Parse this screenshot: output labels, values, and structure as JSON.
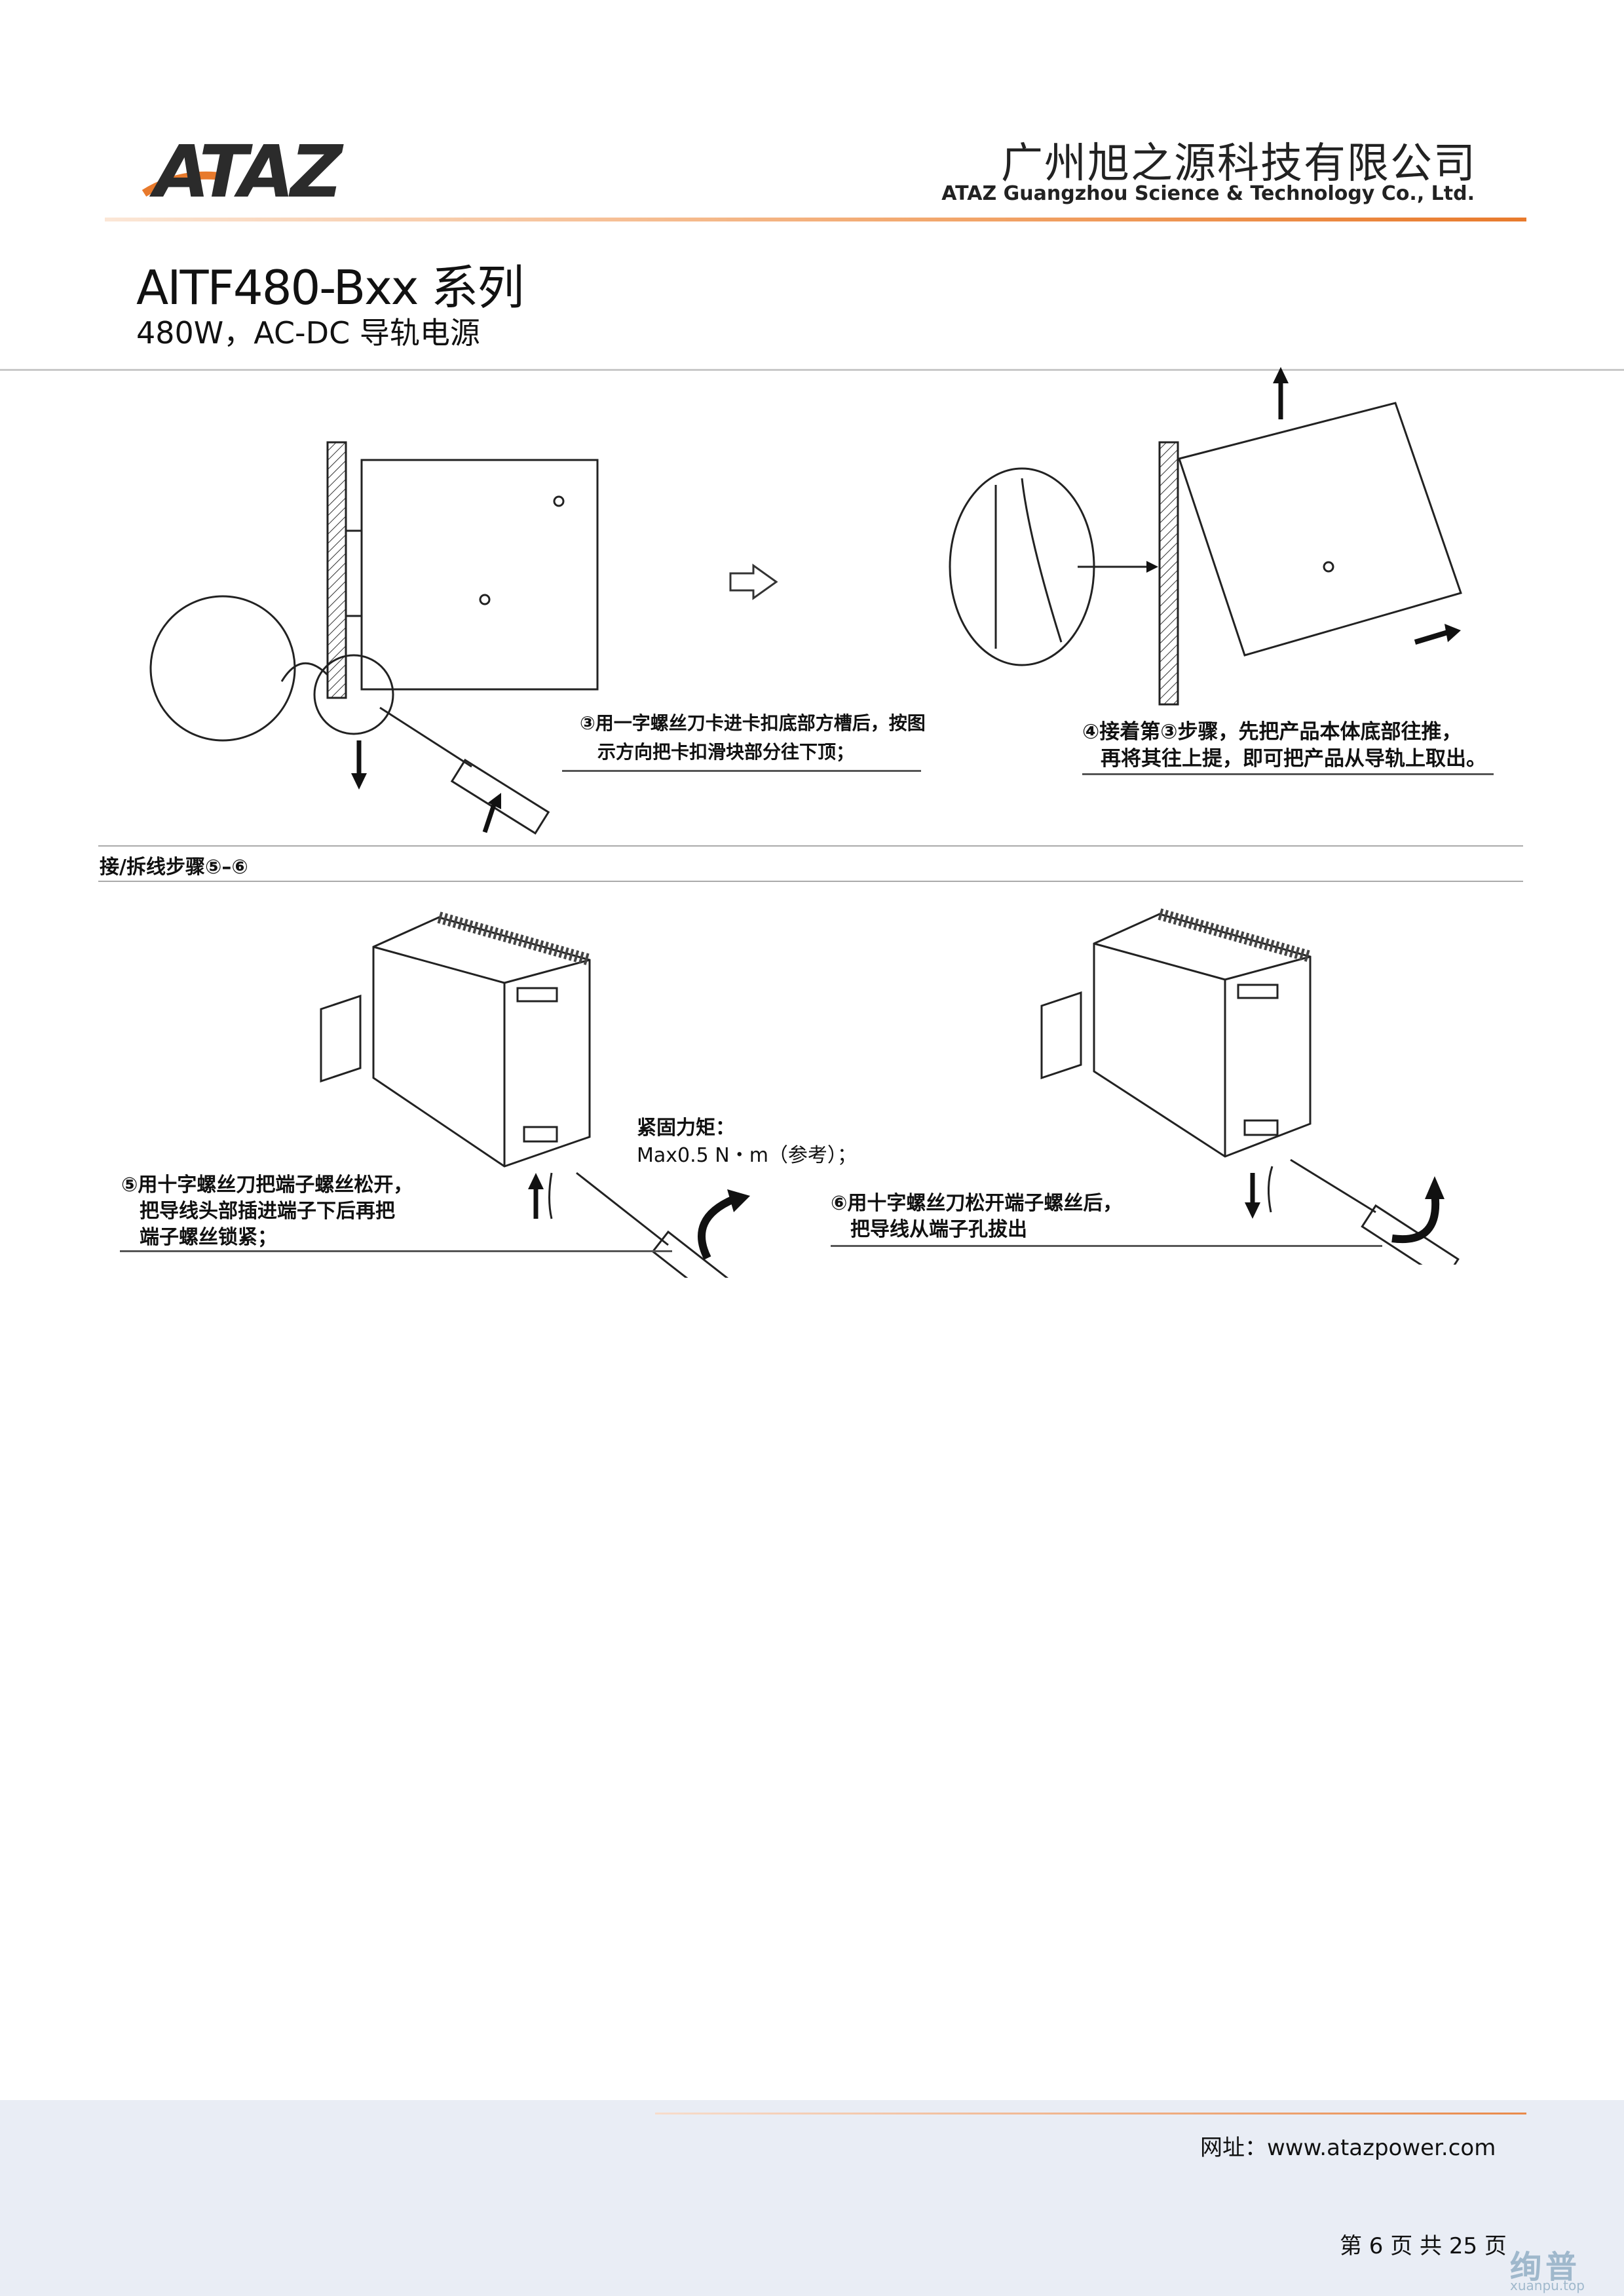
{
  "header": {
    "logo_text": "ATAZ",
    "company_cn": "广州旭之源科技有限公司",
    "company_en": "ATAZ Guangzhou Science & Technology Co., Ltd.",
    "accent_color": "#e87a2c"
  },
  "product": {
    "title": "AITF480-Bxx 系列",
    "subtitle": "480W，AC-DC 导轨电源"
  },
  "steps": {
    "step3": [
      "③用一字螺丝刀卡进卡扣底部方槽后，按图",
      "示方向把卡扣滑块部分往下顶；"
    ],
    "step4": [
      "④接着第③步骤，先把产品本体底部往推，",
      "再将其往上提，即可把产品从导轨上取出。"
    ],
    "section_label": "接/拆线步骤⑤–⑥",
    "step5": [
      "⑤用十字螺丝刀把端子螺丝松开，",
      "把导线头部插进端子下后再把",
      "端子螺丝锁紧；"
    ],
    "torque": [
      "紧固力矩：",
      "Max0.5 N・m（参考）；"
    ],
    "step6": [
      "⑥用十字螺丝刀松开端子螺丝后，",
      "把导线从端子孔拔出"
    ]
  },
  "footer": {
    "url": "网址：www.atazpower.com",
    "page": "第 6 页 共 25 页",
    "watermark": "绚普",
    "watermark_sub": "xuanpu.top"
  }
}
